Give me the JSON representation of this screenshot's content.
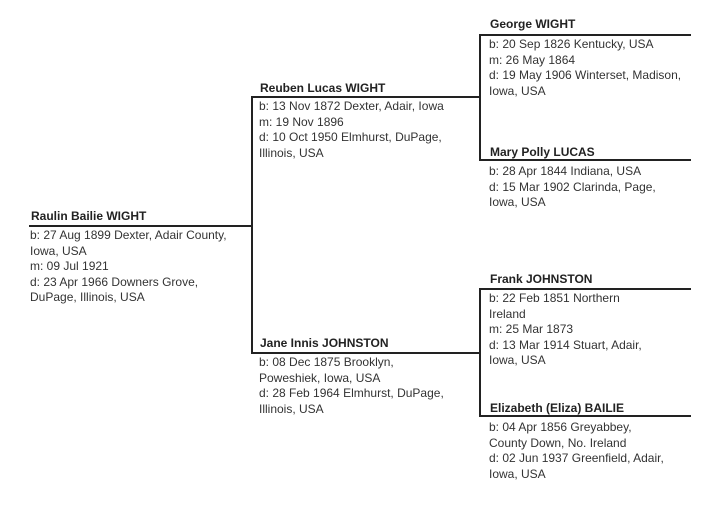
{
  "people": {
    "p1": {
      "name": "Raulin Bailie WIGHT",
      "birth": "b: 27 Aug 1899 Dexter, Adair County, Iowa, USA",
      "marriage": "m: 09 Jul 1921",
      "death": "d: 23 Apr 1966 Downers Grove, DuPage, Illinois, USA"
    },
    "p2": {
      "name": "Reuben Lucas WIGHT",
      "birth": "b: 13 Nov 1872 Dexter, Adair, Iowa",
      "marriage": "m: 19 Nov 1896",
      "death": "d: 10 Oct 1950 Elmhurst, DuPage, Illinois, USA"
    },
    "p3": {
      "name": "Jane Innis JOHNSTON",
      "birth": "b: 08 Dec 1875 Brooklyn, Poweshiek, Iowa, USA",
      "death": "d: 28 Feb 1964 Elmhurst, DuPage, Illinois, USA"
    },
    "p4": {
      "name": "George WIGHT",
      "birth": "b: 20 Sep 1826 Kentucky, USA",
      "marriage": "m: 26 May 1864",
      "death": "d: 19 May 1906 Winterset, Madison, Iowa, USA"
    },
    "p5": {
      "name": "Mary Polly LUCAS",
      "birth": "b: 28 Apr 1844 Indiana, USA",
      "death": "d: 15 Mar 1902 Clarinda, Page, Iowa, USA"
    },
    "p6": {
      "name": "Frank JOHNSTON",
      "birth": "b: 22 Feb 1851 Northern Ireland",
      "marriage": "m: 25 Mar 1873",
      "death": "d: 13 Mar 1914 Stuart, Adair, Iowa, USA"
    },
    "p7": {
      "name": "Elizabeth (Eliza) BAILIE",
      "birth": "b: 04 Apr 1856 Greyabbey, County Down, No. Ireland",
      "death": "d: 02 Jun 1937 Greenfield, Adair, Iowa, USA"
    }
  }
}
